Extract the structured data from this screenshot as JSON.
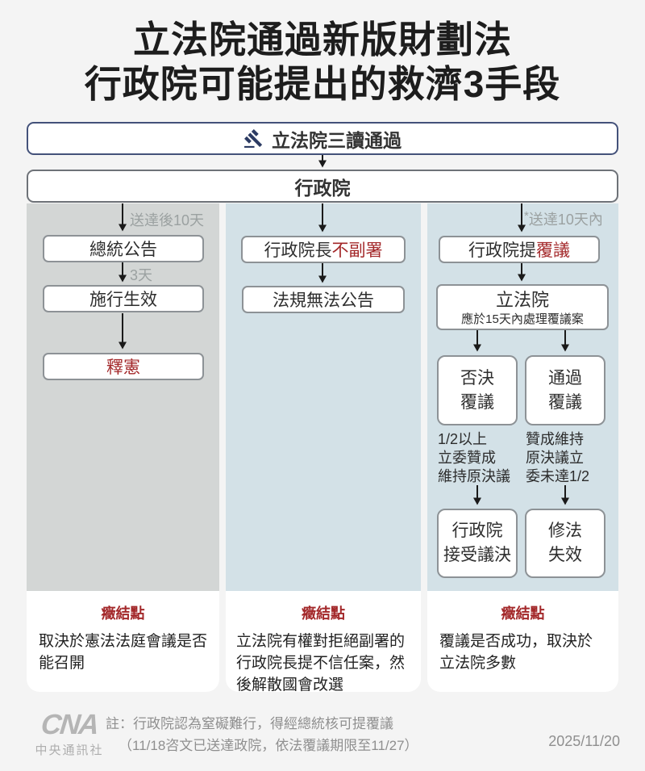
{
  "title": {
    "line1": "立法院通過新版財劃法",
    "line2": "行政院可能提出的救濟3手段"
  },
  "flow": {
    "top_box": "立法院三讀通過",
    "exec_box": "行政院"
  },
  "col1": {
    "label_top": "送達後10天",
    "box1": "總統公告",
    "label_mid": "3天",
    "box2": "施行生效",
    "box3": "釋憲",
    "issue_title": "癥結點",
    "issue_text": "取決於憲法法庭會議是否能召開"
  },
  "col2": {
    "box1_black": "行政院長",
    "box1_red": "不副署",
    "box2": "法規無法公告",
    "issue_title": "癥結點",
    "issue_text": "立法院有權對拒絕副署的行政院長提不信任案，然後解散國會改選"
  },
  "col3": {
    "label_star": "*",
    "label_top": "送達10天內",
    "box1_black": "行政院提",
    "box1_red": "覆議",
    "box2_line1": "立法院",
    "box2_line2": "應於15天內處理覆議案",
    "branch_left": "否決\n覆議",
    "branch_right": "通過\n覆議",
    "note_left": "1/2以上\n立委贊成\n維持原決議",
    "note_right": "贊成維持\n原決議立\n委未達1/2",
    "result_left": "行政院\n接受議決",
    "result_right": "修法\n失效",
    "issue_title": "癥結點",
    "issue_text": "覆議是否成功，取決於立法院多數"
  },
  "footer": {
    "logo_mark": "CNA",
    "logo_label": "中央通訊社",
    "note_line1": "註：行政院認為窒礙難行，得經總統核可提覆議",
    "note_line2": "（11/18咨文已送達政院，依法覆議期限至11/27）",
    "date": "2025/11/20"
  },
  "colors": {
    "accent_red": "#a3282a",
    "band_gray": "#d3d6d5",
    "band_blue": "#d3e1e7",
    "top_box_border_navy": "#44527a",
    "arrow_black": "#1a1a1a",
    "muted_label_gray": "#9ba1a1",
    "footer_gray": "#8f8f8f",
    "page_background": "#f4f4f4"
  }
}
